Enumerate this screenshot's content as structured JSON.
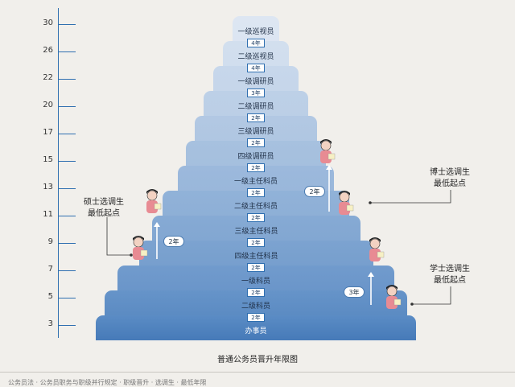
{
  "axis": {
    "ticks": [
      "30",
      "26",
      "22",
      "20",
      "17",
      "15",
      "13",
      "11",
      "9",
      "7",
      "5",
      "3"
    ]
  },
  "ranks": [
    "一级巡视员",
    "二级巡视员",
    "一级调研员",
    "二级调研员",
    "三级调研员",
    "四级调研员",
    "一级主任科员",
    "二级主任科员",
    "三级主任科员",
    "四级主任科员",
    "一级科员",
    "二级科员",
    "办事员"
  ],
  "year_steps": [
    "4年",
    "4年",
    "3年",
    "2年",
    "2年",
    "2年",
    "2年",
    "2年",
    "2年",
    "2年",
    "2年",
    "2年"
  ],
  "callouts": {
    "master": [
      "硕士选调生",
      "最低起点"
    ],
    "phd": [
      "博士选调生",
      "最低起点"
    ],
    "bachelor": [
      "学士选调生",
      "最低起点"
    ]
  },
  "bubbles": {
    "master": "2年",
    "phd": "2年",
    "bachelor": "3年"
  },
  "caption": "普通公务员晋升年限图",
  "footer": "公务员法 ·  公务员职务与职级并行规定  ·  职级晋升  ·  选调生  ·  最低年限"
}
